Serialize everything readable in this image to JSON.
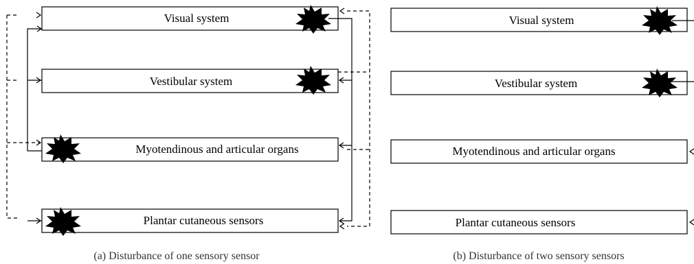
{
  "panels": {
    "a": {
      "caption": "(a)  Disturbance of one sensory sensor",
      "boxes": [
        "Visual system",
        "Vestibular system",
        "Myotendinous and articular organs",
        "Plantar cutaneous sensors"
      ]
    },
    "b": {
      "caption": "(b)  Disturbance of two sensory sensors",
      "boxes": [
        "Visual system",
        "Vestibular system",
        "Myotendinous and articular organs",
        "Plantar cutaneous sensors"
      ]
    }
  },
  "disturbance_markers": {
    "a": [
      "Visual system",
      "Vestibular system",
      "Myotendinous and articular organs",
      "Plantar cutaneous sensors"
    ],
    "b": [
      "Visual system",
      "Vestibular system"
    ]
  }
}
